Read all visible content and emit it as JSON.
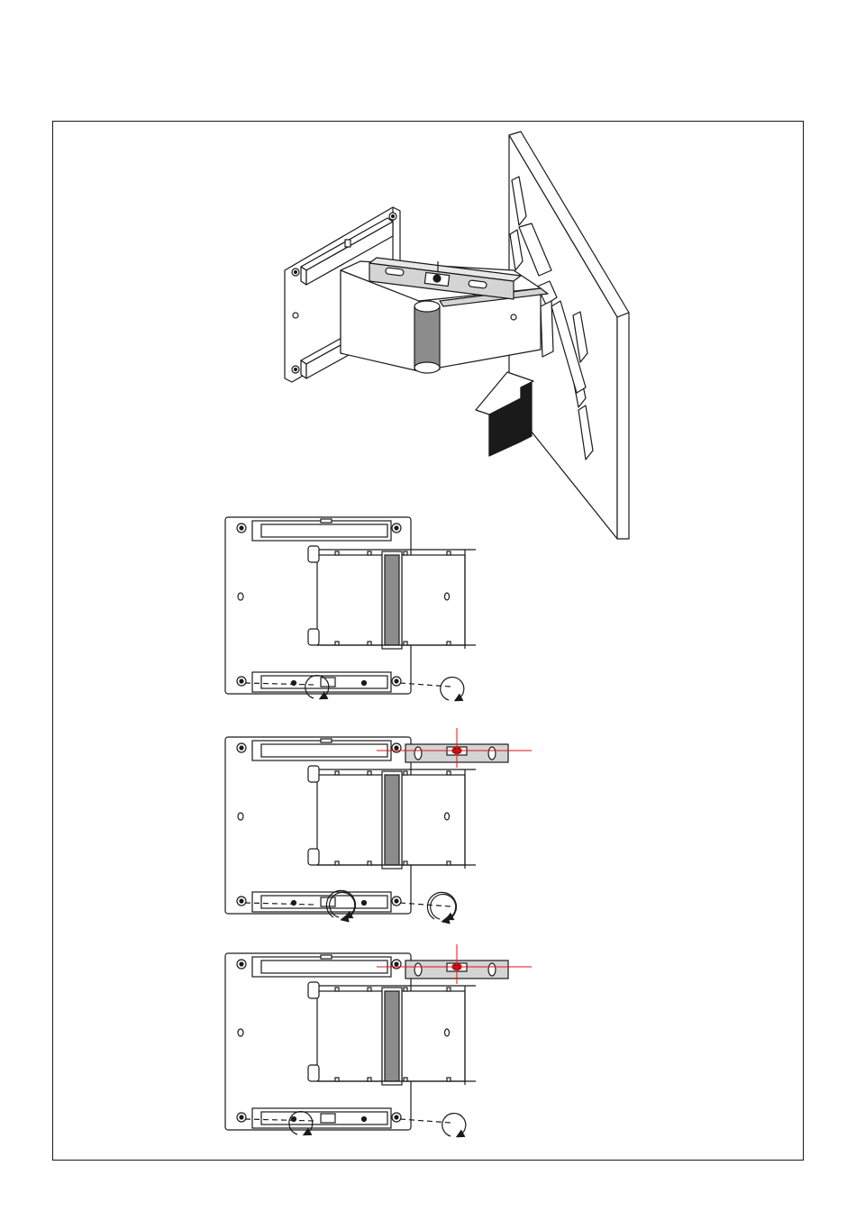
{
  "colors": {
    "line": "#1a1a1a",
    "fill": "#ffffff",
    "grey_fill": "#d4d4d4",
    "dark_fill": "#8c8c8c",
    "arrow_fill": "#1a1a1a",
    "level_line": "#e0101a",
    "bubble": "#b01010"
  },
  "figures": [
    {
      "id": "isometric-view",
      "icons": [
        "wall-plate",
        "swing-arm",
        "tv-panel",
        "bubble-level",
        "push-up-arrow"
      ]
    },
    {
      "id": "step-1",
      "icons": [
        "wall-plate",
        "arm-bracket",
        "rotate-arrow",
        "rotate-arrow"
      ]
    },
    {
      "id": "step-2",
      "icons": [
        "wall-plate",
        "arm-bracket",
        "bubble-level",
        "adjust-arrows"
      ]
    },
    {
      "id": "step-3",
      "icons": [
        "wall-plate",
        "arm-bracket",
        "bubble-level",
        "rotate-arrow",
        "rotate-arrow"
      ]
    }
  ]
}
